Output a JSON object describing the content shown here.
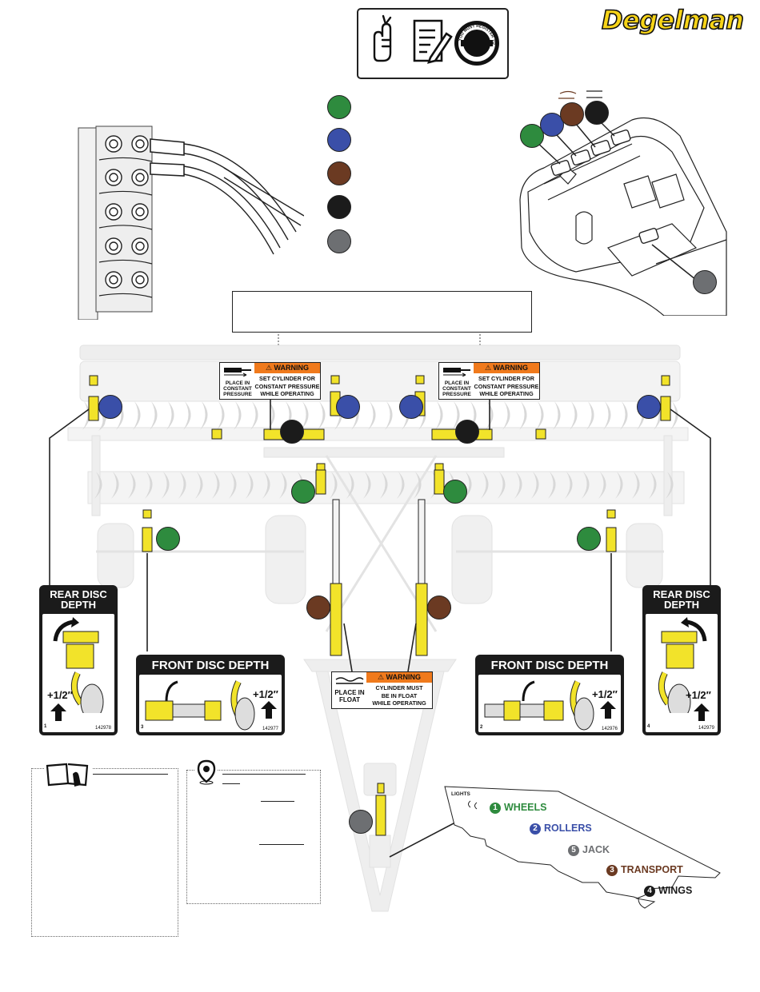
{
  "brand": {
    "name": "Degelman"
  },
  "decals": {
    "rear_left": {
      "title": "REAR DISC DEPTH",
      "adjust": "+1/2″",
      "step": "1",
      "part": "142978"
    },
    "front_left": {
      "title": "FRONT DISC DEPTH",
      "adjust": "+1/2″",
      "step": "3",
      "part": "142977"
    },
    "front_right": {
      "title": "FRONT DISC DEPTH",
      "adjust": "+1/2″",
      "step": "2",
      "part": "142976"
    },
    "rear_right": {
      "title": "REAR DISC DEPTH",
      "adjust": "+1/2″",
      "step": "4",
      "part": "142979"
    }
  },
  "warnings": {
    "left": {
      "header": "WARNING",
      "message": [
        "SET CYLINDER FOR",
        "CONSTANT PRESSURE",
        "WHILE OPERATING"
      ],
      "side": [
        "PLACE IN",
        "CONSTANT",
        "PRESSURE"
      ]
    },
    "right": {
      "header": "WARNING",
      "message": [
        "SET CYLINDER FOR",
        "CONSTANT PRESSURE",
        "WHILE OPERATING"
      ],
      "side": [
        "PLACE IN",
        "CONSTANT",
        "PRESSURE"
      ]
    },
    "center": {
      "header": "WARNING",
      "message": [
        "CYLINDER MUST",
        "BE IN FLOAT",
        "WHILE OPERATING"
      ],
      "side": [
        "PLACE IN",
        "FLOAT"
      ]
    }
  },
  "badge_text": "YOU MUST REGISTER TO BE ELIGIBLE FOR",
  "hose_tag": {
    "lights": "LIGHTS",
    "items": [
      {
        "num": "1",
        "label": "WHEELS",
        "color": "#2e8b3e"
      },
      {
        "num": "2",
        "label": "ROLLERS",
        "color": "#3a4fa8"
      },
      {
        "num": "5",
        "label": "JACK",
        "color": "#6d6f72"
      },
      {
        "num": "3",
        "label": "TRANSPORT",
        "color": "#6b3a22"
      },
      {
        "num": "4",
        "label": "WINGS",
        "color": "#1b1b1b"
      }
    ]
  },
  "colors": {
    "green": "#2e8b3e",
    "blue": "#3a4fa8",
    "brown": "#6b3a22",
    "black": "#1b1b1b",
    "gray": "#6d6f72",
    "cylinder": "#f2e32a",
    "warning_orange": "#f07a1c"
  }
}
